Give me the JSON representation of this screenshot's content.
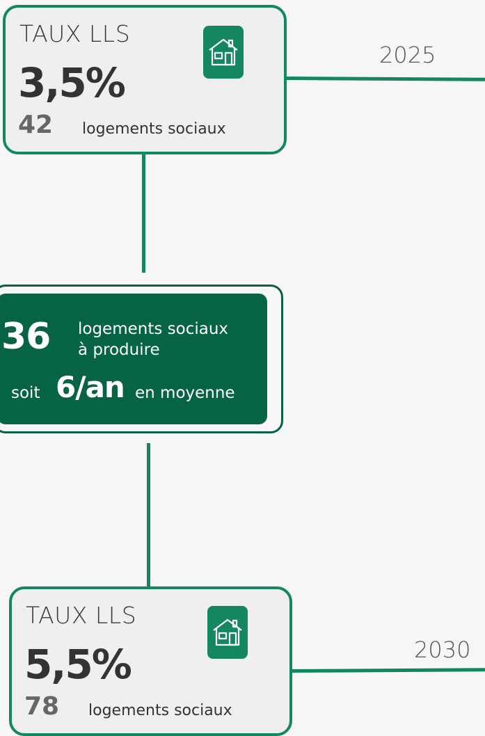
{
  "top_card": {
    "label": "TAUX LLS",
    "rate": "3,5%",
    "count": "42",
    "unit": "logements sociaux",
    "icon": "house-icon",
    "year": "2025"
  },
  "middle_card": {
    "number": "36",
    "line1": "logements sociaux",
    "line2": "à produire",
    "soit": "soit",
    "rate": "6/an",
    "suffix": "en moyenne"
  },
  "bottom_card": {
    "label": "TAUX LLS",
    "rate": "5,5%",
    "count": "78",
    "unit": "logements sociaux",
    "icon": "house-icon",
    "year": "2030"
  },
  "colors": {
    "accent": "#13875f",
    "dark_green": "#066343",
    "card_bg": "#efefef",
    "page_bg": "#f6f6f6"
  }
}
